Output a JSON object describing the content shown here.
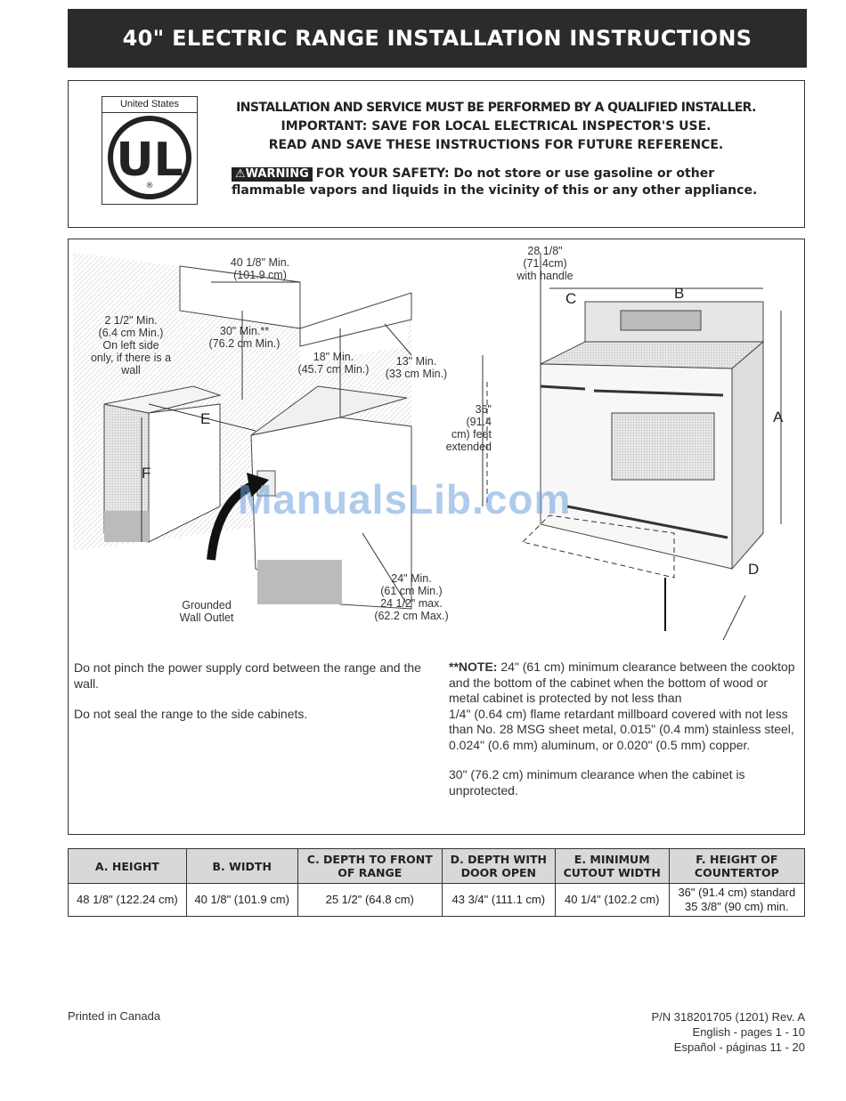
{
  "header": {
    "title": "40\" ELECTRIC RANGE INSTALLATION INSTRUCTIONS"
  },
  "warning_box": {
    "ul_caption": "United States",
    "line1": "INSTALLATION AND SERVICE MUST BE PERFORMED BY A QUALIFIED INSTALLER.",
    "line2": "IMPORTANT: SAVE FOR LOCAL ELECTRICAL INSPECTOR'S USE.",
    "line3": "READ AND SAVE THESE INSTRUCTIONS FOR FUTURE REFERENCE.",
    "badge": "WARNING",
    "safety_line1": "FOR YOUR SAFETY: Do not store or use gasoline or other",
    "safety_line2": "flammable vapors and liquids in the vicinity of this or any other appliance."
  },
  "diagram": {
    "dim_40": [
      "40 1/8\" Min.",
      "(101.9 cm)"
    ],
    "dim_2half": [
      "2 1/2\" Min.",
      "(6.4 cm Min.)",
      "On left side",
      "only, if there is a",
      "wall"
    ],
    "dim_30": [
      "30\" Min.**",
      "(76.2 cm Min.)"
    ],
    "dim_18": [
      "18\" Min.",
      "(45.7 cm Min.)"
    ],
    "dim_13": [
      "13\" Min.",
      "(33 cm Min.)"
    ],
    "dim_28": [
      "28 1/8\"",
      "(71,4cm)",
      "with handle"
    ],
    "dim_36": [
      "36\"",
      "(91.4",
      "cm) feet",
      "extended"
    ],
    "dim_24": [
      "24\" Min.",
      "(61 cm Min.)",
      "24 1/2\" max.",
      "(62.2 cm Max.)"
    ],
    "outlet": [
      "Grounded",
      "Wall Outlet"
    ],
    "letters": {
      "a": "A",
      "b": "B",
      "c": "C",
      "d": "D",
      "e": "E",
      "f": "F"
    },
    "watermark": "ManualsLib.com"
  },
  "notes": {
    "left1": "Do not pinch the power supply cord between the range and the wall.",
    "left2": "Do not seal the range to the side cabinets.",
    "right_label": "**NOTE:",
    "right1": " 24\" (61 cm) minimum clearance between the cooktop and the bottom of the cabinet when the bottom of wood or metal cabinet is protected by not less than",
    "right2": "1/4\" (0.64 cm) flame retardant millboard covered with not less than No. 28 MSG sheet metal, 0.015\" (0.4 mm) stainless steel, 0.024\" (0.6 mm) aluminum, or 0.020\" (0.5 mm) copper.",
    "right3": "30\" (76.2 cm) minimum clearance when the cabinet is unprotected."
  },
  "table": {
    "headers": [
      [
        "A. HEIGHT",
        ""
      ],
      [
        "B. WIDTH",
        ""
      ],
      [
        "C. DEPTH TO FRONT",
        "OF RANGE"
      ],
      [
        "D. DEPTH WITH",
        "DOOR OPEN"
      ],
      [
        "E. MINIMUM",
        "CUTOUT WIDTH"
      ],
      [
        "F. HEIGHT OF",
        "COUNTERTOP"
      ]
    ],
    "row": [
      [
        "48 1/8\" (122.24 cm)",
        ""
      ],
      [
        "40 1/8\" (101.9 cm)",
        ""
      ],
      [
        "25 1/2\" (64.8 cm)",
        ""
      ],
      [
        "43 3/4\" (111.1 cm)",
        ""
      ],
      [
        "40 1/4\" (102.2 cm)",
        ""
      ],
      [
        "36\" (91.4 cm) standard",
        "35 3/8\" (90 cm) min."
      ]
    ]
  },
  "footer": {
    "left": "Printed in Canada",
    "right1": "P/N 318201705 (1201) Rev. A",
    "right2": "English - pages 1 - 10",
    "right3": "Español - páginas 11 - 20"
  }
}
